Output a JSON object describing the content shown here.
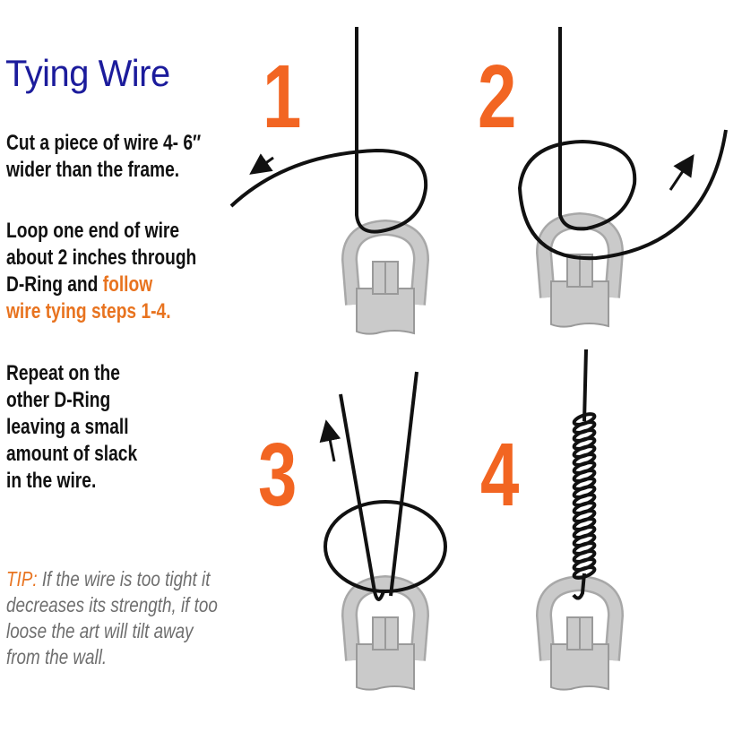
{
  "title": "Tying Wire",
  "instructions": {
    "p1": [
      "Cut a piece of wire 4- 6″",
      "wider than the frame."
    ],
    "p2": [
      "Loop one end of wire",
      "about 2 inches through",
      "D-Ring and "
    ],
    "p2_highlight": [
      "follow",
      "wire tying steps 1-4."
    ],
    "p3": [
      "Repeat on the",
      "other D-Ring",
      "leaving a small",
      "amount of slack",
      "in the wire."
    ]
  },
  "tip": {
    "label": "TIP:",
    "lines": [
      "If the wire is too tight it",
      "decreases its strength, if too",
      "loose the art will tilt away",
      "from the wall."
    ]
  },
  "steps": [
    {
      "number": "1"
    },
    {
      "number": "2"
    },
    {
      "number": "3"
    },
    {
      "number": "4"
    }
  ],
  "colors": {
    "title": "#1c1c9c",
    "accent": "#f26522",
    "ring": "#c9c9c9",
    "wire": "#111111"
  }
}
